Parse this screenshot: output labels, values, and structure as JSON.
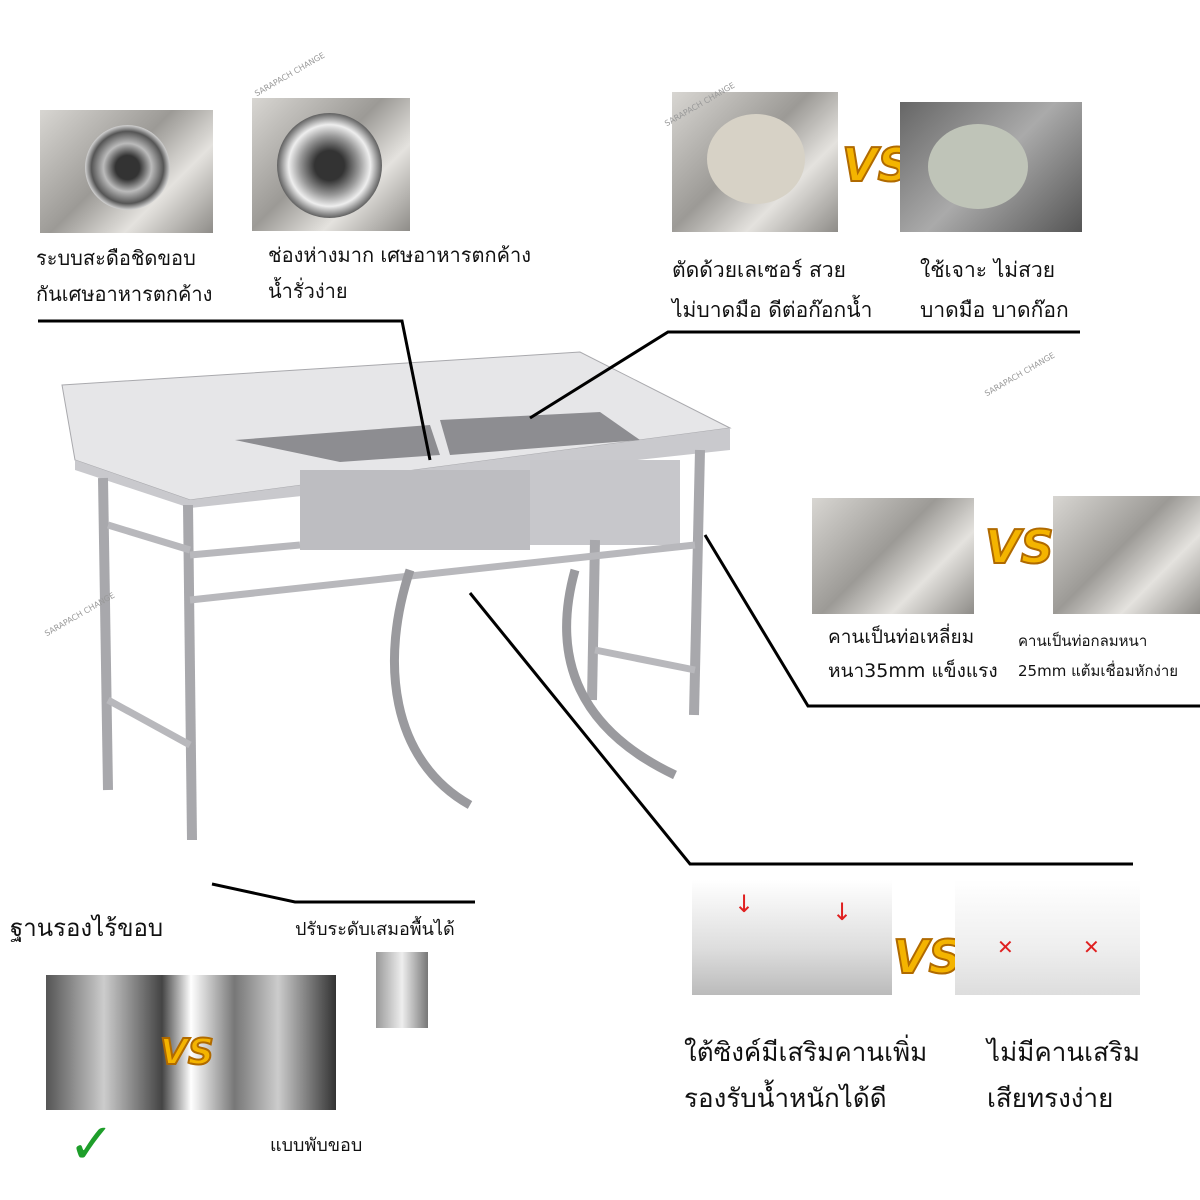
{
  "watermark": "SARAPACH CHANGE",
  "top_left": {
    "good": [
      "ระบบสะดือชิดขอบ",
      "กันเศษอาหารตกค้าง"
    ],
    "bad": [
      "ช่องห่างมาก เศษอาหารตกค้าง",
      "น้ำรั่วง่าย"
    ]
  },
  "top_right": {
    "good": [
      "ตัดด้วยเลเซอร์ สวย",
      "ไม่บาดมือ ดีต่อก๊อกน้ำ"
    ],
    "bad": [
      "ใช้เจาะ ไม่สวย",
      "บาดมือ บาดก๊อก"
    ]
  },
  "frame": {
    "good": [
      "คานเป็นท่อเหลี่ยม",
      "หนา35mm แข็งแรง"
    ],
    "bad": [
      "คานเป็นท่อกลมหนา",
      "25mm แต้มเชื่อมหักง่าย"
    ]
  },
  "feet": {
    "title": "ฐานรองไร้ขอบ",
    "adjust": "ปรับระดับเสมอพื้นได้",
    "bad": "แบบพับขอบ",
    "check": "✓"
  },
  "under": {
    "good": [
      "ใต้ซิงค์มีเสริมคานเพิ่ม",
      "รองรับน้ำหนักได้ดี"
    ],
    "bad": [
      "ไม่มีคานเสริม",
      "เสียทรงง่าย"
    ]
  },
  "vs": "VS",
  "accent": {
    "vs_fill": "#f4b400",
    "check": "#1e9e2a",
    "mark": "#e02020"
  }
}
